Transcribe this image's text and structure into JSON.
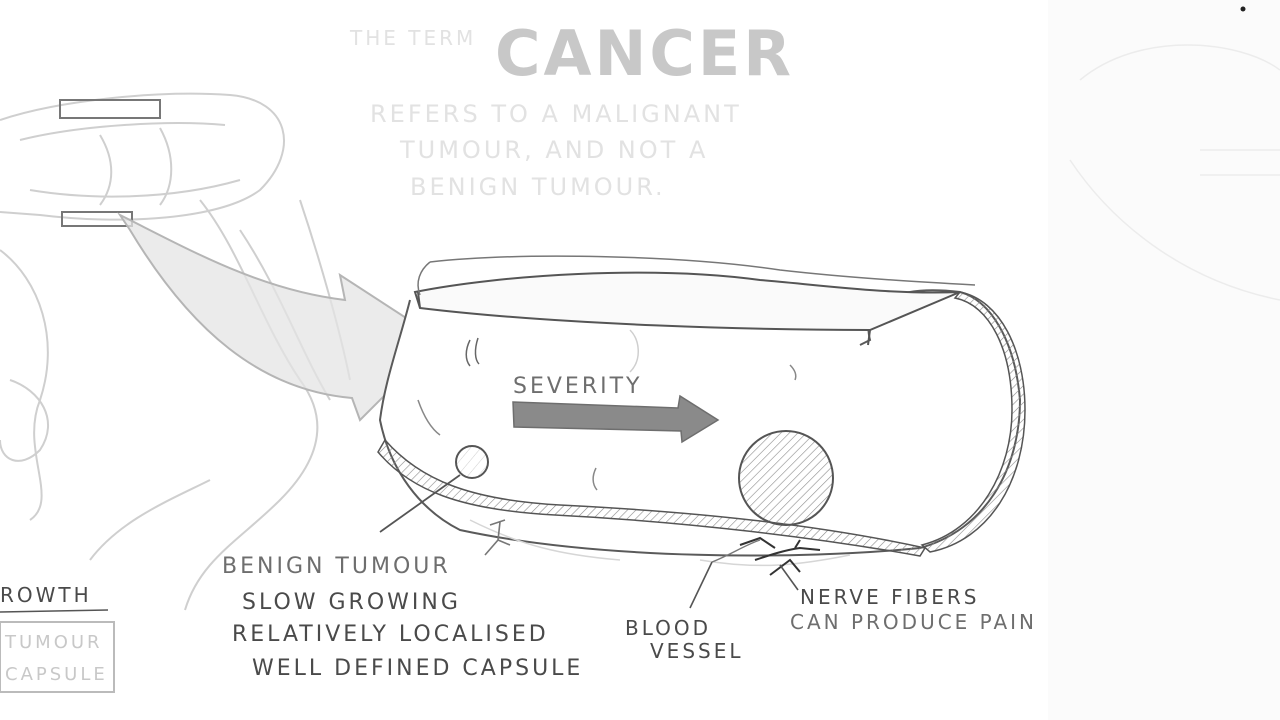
{
  "heading": {
    "prefix": "THE TERM",
    "title": "CANCER",
    "line1": "REFERS TO A MALIGNANT",
    "line2": "TUMOUR, AND NOT A",
    "line3": "BENIGN TUMOUR."
  },
  "severity": {
    "label": "SEVERITY",
    "arrow_color": "#8a8a8a"
  },
  "labels": {
    "growth": "ROWTH",
    "tumour": "TUMOUR",
    "capsule": "CAPSULE",
    "benign_title": "BENIGN TUMOUR",
    "benign_1": "SLOW GROWING",
    "benign_2": "RELATIVELY LOCALISED",
    "benign_3": "WELL DEFINED CAPSULE",
    "blood_1": "BLOOD",
    "blood_2": "VESSEL",
    "nerve_1": "NERVE FIBERS",
    "nerve_2": "CAN PRODUCE PAIN"
  },
  "colors": {
    "ink": "#4a4a4a",
    "faint": "#c8c8c8",
    "shade": "#dcdcdc"
  }
}
